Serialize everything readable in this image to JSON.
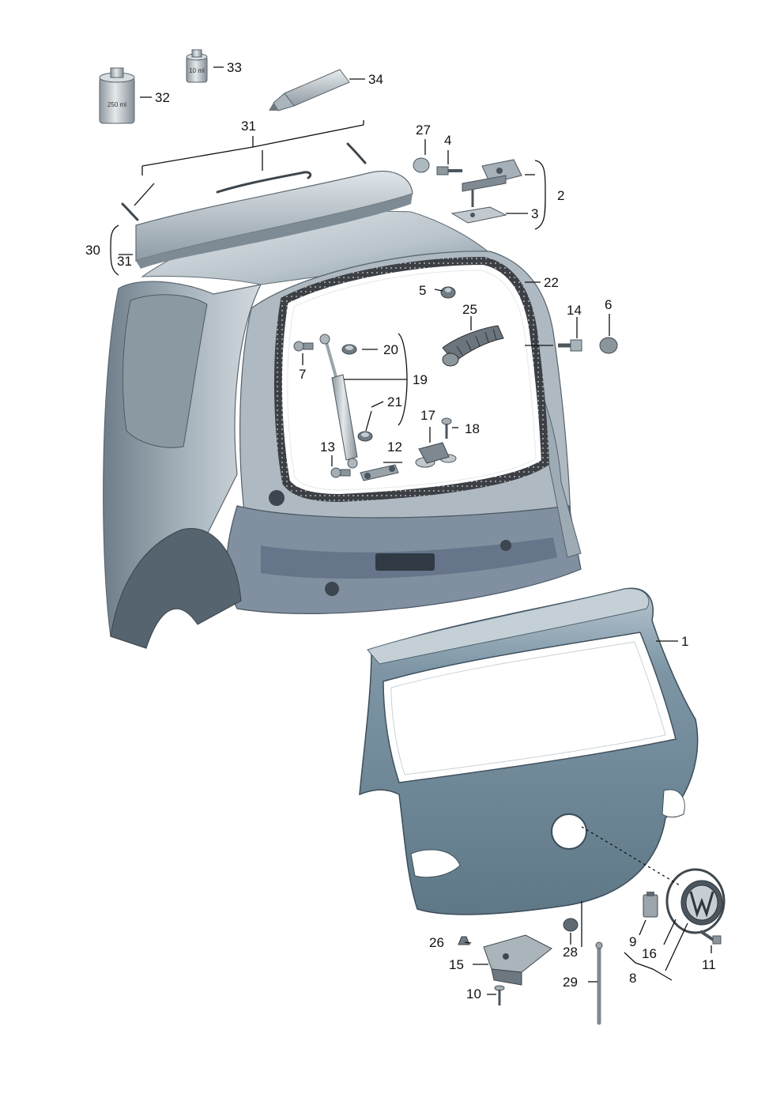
{
  "diagram": {
    "callouts": [
      {
        "id": "c1",
        "text": "1"
      },
      {
        "id": "c2",
        "text": "2"
      },
      {
        "id": "c3",
        "text": "3"
      },
      {
        "id": "c4",
        "text": "4"
      },
      {
        "id": "c5",
        "text": "5"
      },
      {
        "id": "c6",
        "text": "6"
      },
      {
        "id": "c7",
        "text": "7"
      },
      {
        "id": "c8",
        "text": "8"
      },
      {
        "id": "c9",
        "text": "9"
      },
      {
        "id": "c10",
        "text": "10"
      },
      {
        "id": "c11",
        "text": "11"
      },
      {
        "id": "c12",
        "text": "12"
      },
      {
        "id": "c13",
        "text": "13"
      },
      {
        "id": "c14",
        "text": "14"
      },
      {
        "id": "c15",
        "text": "15"
      },
      {
        "id": "c16",
        "text": "16"
      },
      {
        "id": "c17",
        "text": "17"
      },
      {
        "id": "c18",
        "text": "18"
      },
      {
        "id": "c19",
        "text": "19"
      },
      {
        "id": "c20",
        "text": "20"
      },
      {
        "id": "c21",
        "text": "21"
      },
      {
        "id": "c22",
        "text": "22"
      },
      {
        "id": "c25",
        "text": "25"
      },
      {
        "id": "c26",
        "text": "26"
      },
      {
        "id": "c27",
        "text": "27"
      },
      {
        "id": "c28",
        "text": "28"
      },
      {
        "id": "c29",
        "text": "29"
      },
      {
        "id": "c30",
        "text": "30"
      },
      {
        "id": "c31a",
        "text": "31"
      },
      {
        "id": "c31b",
        "text": "31"
      },
      {
        "id": "c32",
        "text": "32"
      },
      {
        "id": "c33",
        "text": "33"
      },
      {
        "id": "c34",
        "text": "34"
      }
    ],
    "container_labels": {
      "can_large": "250 ml",
      "can_small": "10 ml"
    },
    "colors": {
      "body_panel": "#c9d2d8",
      "body_shadow": "#8f9ba5",
      "tailgate": "#6f8898",
      "tailgate_light": "#a9bac5",
      "spoiler": "#b8c3ca",
      "seal": "#3c3f44"
    }
  }
}
